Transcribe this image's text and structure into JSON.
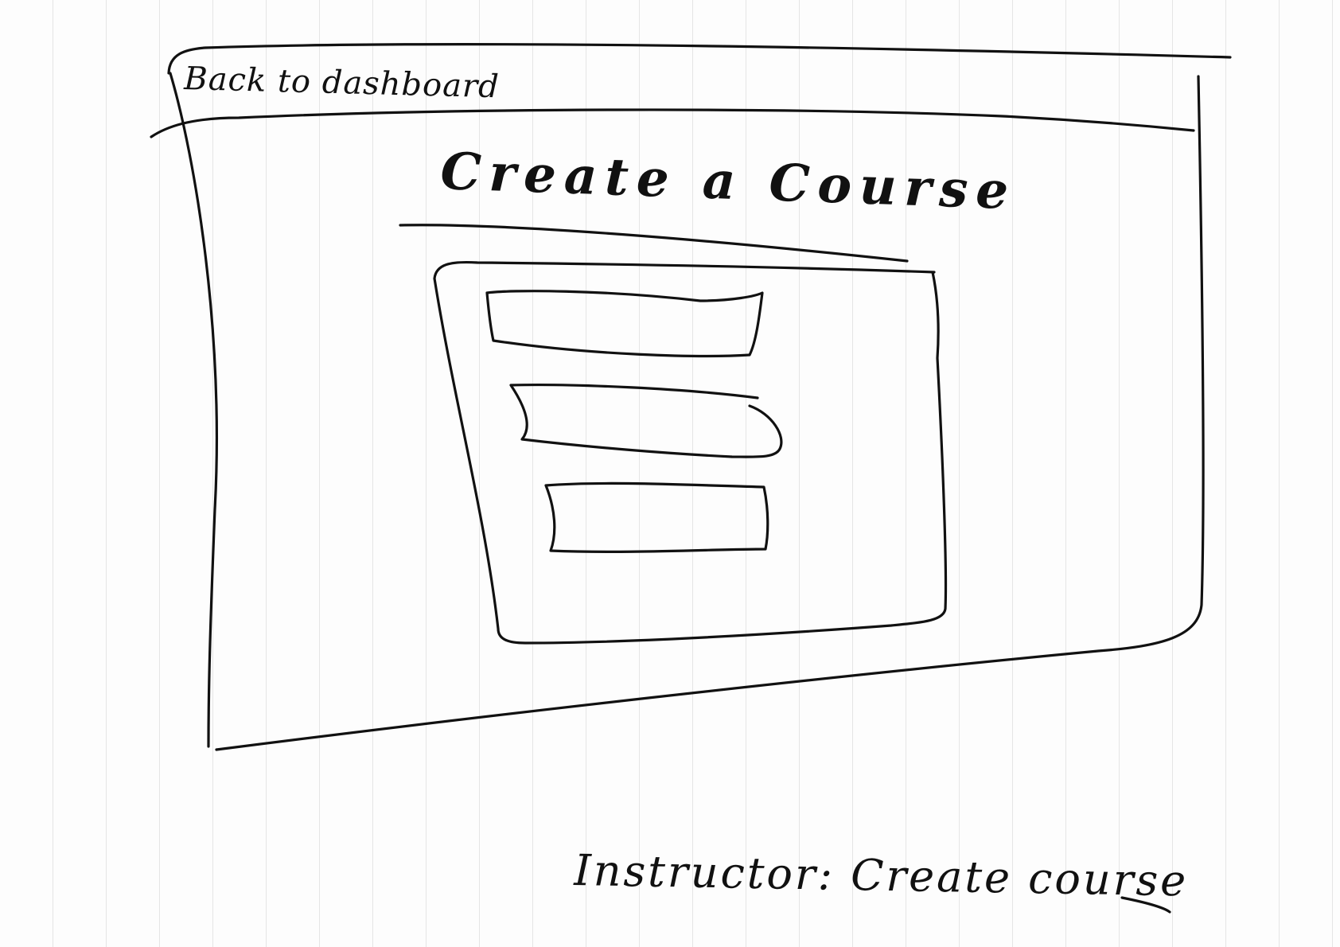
{
  "header": {
    "back_label": "Back to dashboard"
  },
  "main": {
    "title": "Create a Course",
    "form": {
      "fields": [
        {
          "value": "",
          "placeholder": ""
        },
        {
          "value": "",
          "placeholder": ""
        },
        {
          "value": "",
          "placeholder": ""
        }
      ]
    }
  },
  "caption": "Instructor: Create course",
  "colors": {
    "ink": "#111111",
    "paper": "#fdfdfd"
  }
}
